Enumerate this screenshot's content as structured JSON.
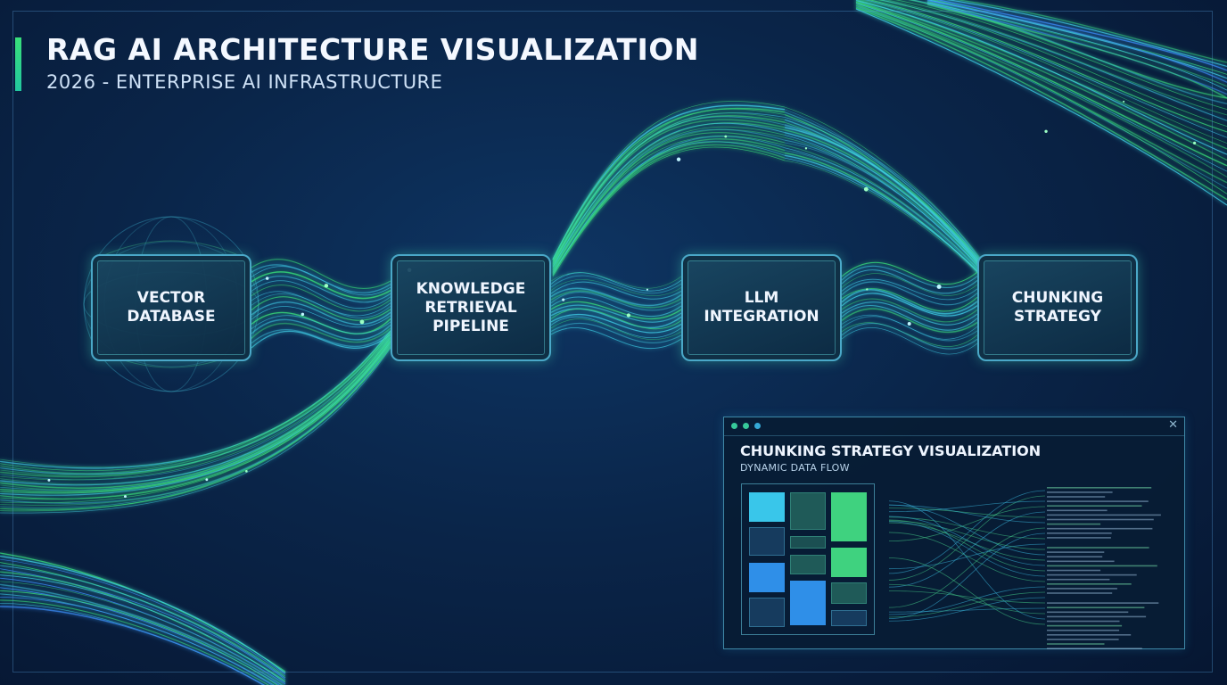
{
  "header": {
    "title": "RAG AI ARCHITECTURE VISUALIZATION",
    "subtitle": "2026 - ENTERPRISE AI INFRASTRUCTURE"
  },
  "nodes": [
    {
      "id": "vector",
      "label": "VECTOR\nDATABASE"
    },
    {
      "id": "knowledge",
      "label": "KNOWLEDGE\nRETRIEVAL\nPIPELINE"
    },
    {
      "id": "llm",
      "label": "LLM\nINTEGRATION"
    },
    {
      "id": "chunking",
      "label": "CHUNKING\nSTRATEGY"
    }
  ],
  "panel": {
    "title": "CHUNKING STRATEGY VISUALIZATION",
    "subtitle": "DYNAMIC DATA FLOW",
    "close_glyph": "✕"
  },
  "colors": {
    "background": "#071a36",
    "accent_green": "#39e07a",
    "accent_cyan": "#3fd0e8",
    "accent_blue": "#3d8fff",
    "node_border": "#4aa8c8"
  },
  "icons": [
    "globe-icon",
    "window-dot-icon",
    "close-icon"
  ]
}
